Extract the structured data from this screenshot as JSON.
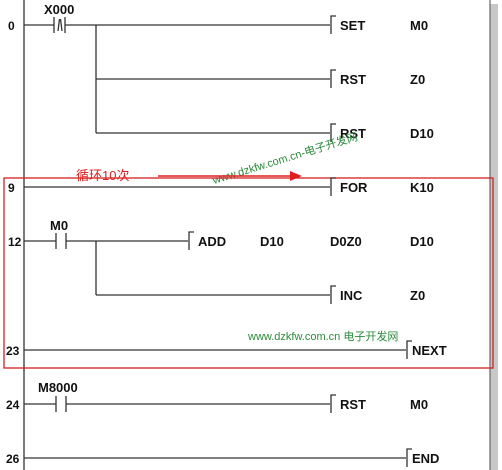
{
  "rungs": [
    {
      "step": "0",
      "contact": "X000",
      "contact_type": "rising-edge",
      "outputs": [
        [
          "SET",
          "M0"
        ],
        [
          "RST",
          "Z0"
        ],
        [
          "RST",
          "D10"
        ]
      ]
    },
    {
      "step": "9",
      "contact": "",
      "outputs": [
        [
          "FOR",
          "K10"
        ]
      ]
    },
    {
      "step": "12",
      "contact": "M0",
      "contact_type": "normally-open",
      "outputs": [
        [
          "ADD",
          "D10",
          "D0Z0",
          "D10"
        ],
        [
          "INC",
          "Z0"
        ]
      ]
    },
    {
      "step": "23",
      "contact": "",
      "outputs": [
        [
          "NEXT"
        ]
      ]
    },
    {
      "step": "24",
      "contact": "M8000",
      "contact_type": "normally-open",
      "outputs": [
        [
          "RST",
          "M0"
        ]
      ]
    },
    {
      "step": "26",
      "contact": "",
      "outputs": [
        [
          "END"
        ]
      ]
    }
  ],
  "annotation": {
    "text": "循环10次",
    "color": "#e02020"
  },
  "watermarks": {
    "diagonal": "www.dzkfw.com.cn-电子开发网",
    "horizontal": "www.dzkfw.com.cn 电子开发网"
  },
  "colors": {
    "wire": "#333333",
    "highlight_box": "#d42020",
    "watermark": "#2a8a3a",
    "border": "#555555"
  }
}
